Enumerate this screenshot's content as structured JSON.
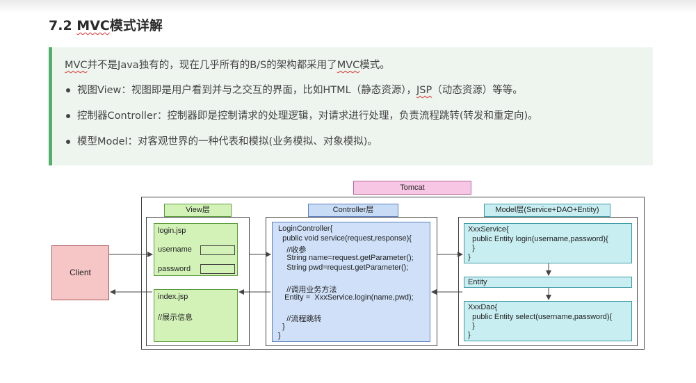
{
  "heading": {
    "number": "7.2 ",
    "mvc": "MVC",
    "rest": "模式详解"
  },
  "callout": {
    "intro_mvc": "MVC",
    "intro_mid": "并不是Java独有的，现在几乎所有的B/S的架构都采用了",
    "intro_mvc2": "MVC",
    "intro_end": "模式。",
    "bullets": [
      {
        "pre": "视图View：视图即是用户看到并与之交互的界面，比如HTML（静态资源），",
        "jsp": "JSP",
        "post": "（动态资源）等等。"
      },
      {
        "text": "控制器Controller：控制器即是控制请求的处理逻辑，对请求进行处理，负责流程跳转(转发和重定向)。"
      },
      {
        "text": "模型Model：对客观世界的一种代表和模拟(业务模拟、对象模拟)。"
      }
    ]
  },
  "diagram": {
    "tomcat": "Tomcat",
    "client": "Client",
    "view_title": "View层",
    "controller_title": "Controller层",
    "model_title": "Model层(Service+DAO+Entity)",
    "login": {
      "title": "login.jsp",
      "username": "username",
      "password": "password"
    },
    "index": {
      "title": "index.jsp",
      "comment": "//展示信息"
    },
    "controller_code": [
      "LoginController{",
      "  public void service(request,response){",
      "    //收参",
      "    String name=request.getParameter();",
      "    String pwd=request.getParameter();",
      "",
      "    //调用业务方法",
      "   Entity =  XxxService.login(name,pwd);",
      "",
      "    //流程跳转",
      "  }",
      "}"
    ],
    "service_code": [
      "XxxService{",
      "  public Entity login(username,password){",
      "  }",
      "}"
    ],
    "entity": "Entity",
    "dao_code": [
      "XxxDao{",
      "  public Entity select(username,password){",
      "  }",
      "}"
    ]
  }
}
